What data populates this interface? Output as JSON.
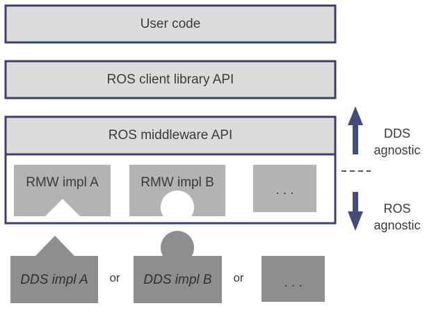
{
  "colors": {
    "border": "#3b3f6b",
    "layer_fill": "#dcdcdc",
    "impl_fill": "#b3b3b3",
    "dds_fill": "#8e8e8e",
    "arrow": "#464b78",
    "dash": "#555555",
    "text": "#3a3a3a"
  },
  "layers": {
    "user_code": "User code",
    "client_api": "ROS client library API",
    "middleware_api": "ROS middleware API"
  },
  "rmw": {
    "impl_a": "RMW impl A",
    "impl_b": "RMW impl B",
    "more": ". . ."
  },
  "dds": {
    "impl_a": "DDS impl A",
    "impl_b": "DDS impl B",
    "more": ". . .",
    "or_1": "or",
    "or_2": "or"
  },
  "side": {
    "dds_agnostic": "DDS\nagnostic",
    "ros_agnostic": "ROS\nagnostic"
  },
  "icons": {
    "up_arrow": "arrow-up-icon",
    "down_arrow": "arrow-down-icon",
    "triangle_notch": "triangle-notch",
    "circle_notch": "circle-notch"
  }
}
